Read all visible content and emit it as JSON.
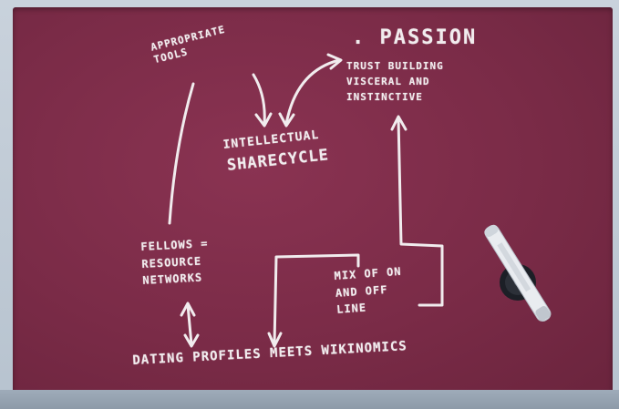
{
  "board": {
    "color": "#7a2b47",
    "notes": {
      "tools": "APPROPRIATE\nTOOLS",
      "passion": ". PASSION",
      "trust": "TRUST BUILDING\nVISCERAL AND\nINSTINCTIVE",
      "sharecycle_a": "INTELLECTUAL",
      "sharecycle_b": "SHARECYCLE",
      "fellows": "FELLOWS =\nRESOURCE\nNETWORKS",
      "mix": "MIX OF ON\nAND OFF\nLINE",
      "dating": "DATING PROFILES MEETS WIKINOMICS"
    }
  },
  "objects": {
    "marker": "whiteboard-marker",
    "magnet": "round-magnet"
  }
}
